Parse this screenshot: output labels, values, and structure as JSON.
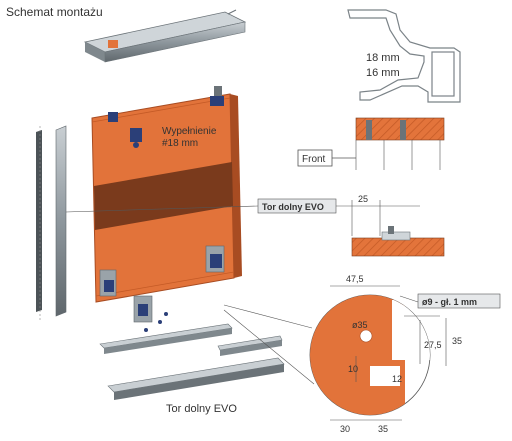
{
  "title": "Schemat montażu",
  "labels": {
    "infill": "Wypełnienie",
    "infill_thickness": "#18 mm",
    "profile_18": "18 mm",
    "profile_16": "16 mm",
    "front": "Front",
    "bottom_track": "Tor dolny EVO",
    "track_offset": "25",
    "bottom_track_caption": "Tor dolny EVO",
    "hole": "ø9 - gł. 1 mm"
  },
  "dimensions": {
    "width_475": "47,5",
    "dia_35": "ø35",
    "d_10": "10",
    "d_12": "12",
    "d_275": "27,5",
    "d_35v": "35",
    "d_30": "30",
    "d_35h": "35"
  },
  "colors": {
    "door": "#e2733a",
    "door_dark": "#a84c22",
    "door_stripe": "#7a3a1c",
    "metal": "#9aa3a9",
    "metal_dark": "#6b7378",
    "line": "#555555"
  }
}
